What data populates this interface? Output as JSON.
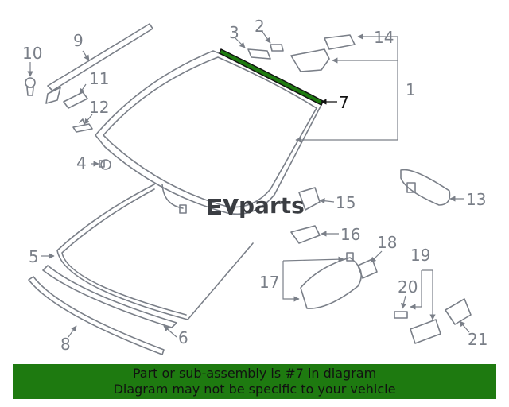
{
  "highlight_part": "7",
  "highlight_color": "#1e7a10",
  "watermark": {
    "prefix": "ev",
    "text": "parts"
  },
  "labels": {
    "p1": "1",
    "p2": "2",
    "p3": "3",
    "p4": "4",
    "p5": "5",
    "p6": "6",
    "p7": "7",
    "p8": "8",
    "p9": "9",
    "p10": "10",
    "p11": "11",
    "p12": "12",
    "p13": "13",
    "p14": "14",
    "p15": "15",
    "p16": "16",
    "p17": "17",
    "p18": "18",
    "p19": "19",
    "p20": "20",
    "p21": "21"
  },
  "banner": {
    "line1": "Part or sub-assembly is #7 in diagram",
    "line2": "Diagram may not be specific to your vehicle"
  }
}
